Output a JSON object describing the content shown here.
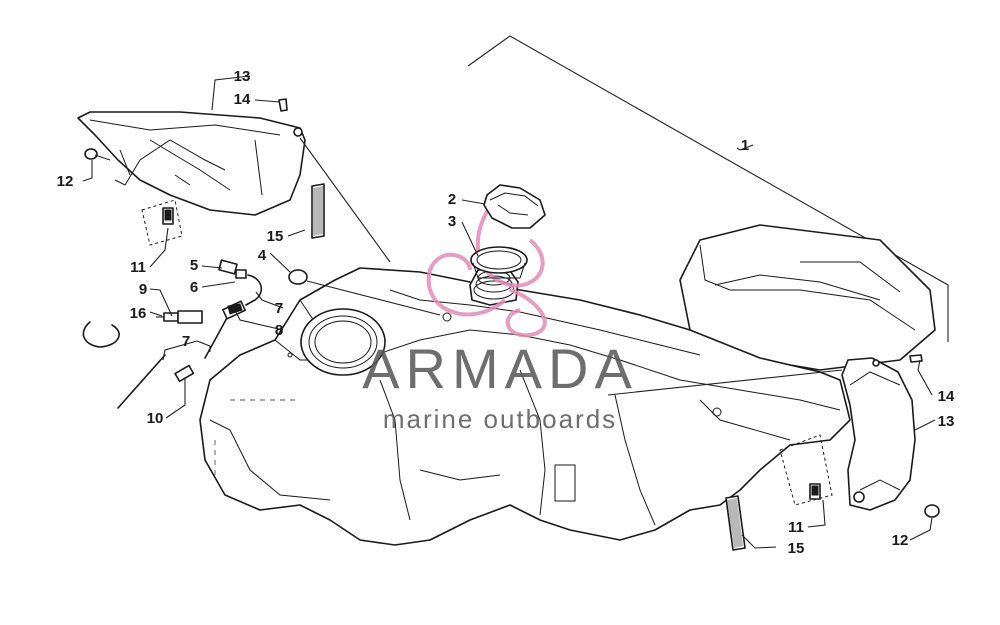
{
  "diagram": {
    "callouts": [
      {
        "id": "c1",
        "label": "1"
      },
      {
        "id": "c2",
        "label": "2"
      },
      {
        "id": "c3",
        "label": "3"
      },
      {
        "id": "c4",
        "label": "4"
      },
      {
        "id": "c5",
        "label": "5"
      },
      {
        "id": "c6",
        "label": "6"
      },
      {
        "id": "c7a",
        "label": "7"
      },
      {
        "id": "c7b",
        "label": "7"
      },
      {
        "id": "c8",
        "label": "8"
      },
      {
        "id": "c9",
        "label": "9"
      },
      {
        "id": "c10",
        "label": "10"
      },
      {
        "id": "c11a",
        "label": "11"
      },
      {
        "id": "c11b",
        "label": "11"
      },
      {
        "id": "c12a",
        "label": "12"
      },
      {
        "id": "c12b",
        "label": "12"
      },
      {
        "id": "c13a",
        "label": "13"
      },
      {
        "id": "c13b",
        "label": "13"
      },
      {
        "id": "c14a",
        "label": "14"
      },
      {
        "id": "c14b",
        "label": "14"
      },
      {
        "id": "c15a",
        "label": "15"
      },
      {
        "id": "c15b",
        "label": "15"
      },
      {
        "id": "c16",
        "label": "16"
      }
    ]
  },
  "watermark": {
    "brand": "ARMADA",
    "tagline": "marine outboards",
    "logo_color": "#e48bb4"
  }
}
